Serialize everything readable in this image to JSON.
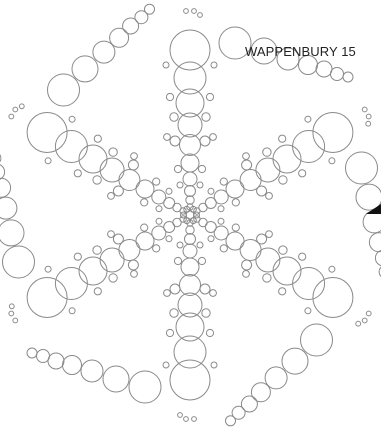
{
  "title": "WAPPENBURY 15",
  "colors": {
    "stroke": "#8a8a8a",
    "background": "#ffffff",
    "pointer": "#111111"
  },
  "pattern": {
    "shape": "circle-snowflake",
    "arms": 6,
    "style": "outline"
  },
  "icons": {
    "pointer": "pointer-triangle-icon"
  }
}
